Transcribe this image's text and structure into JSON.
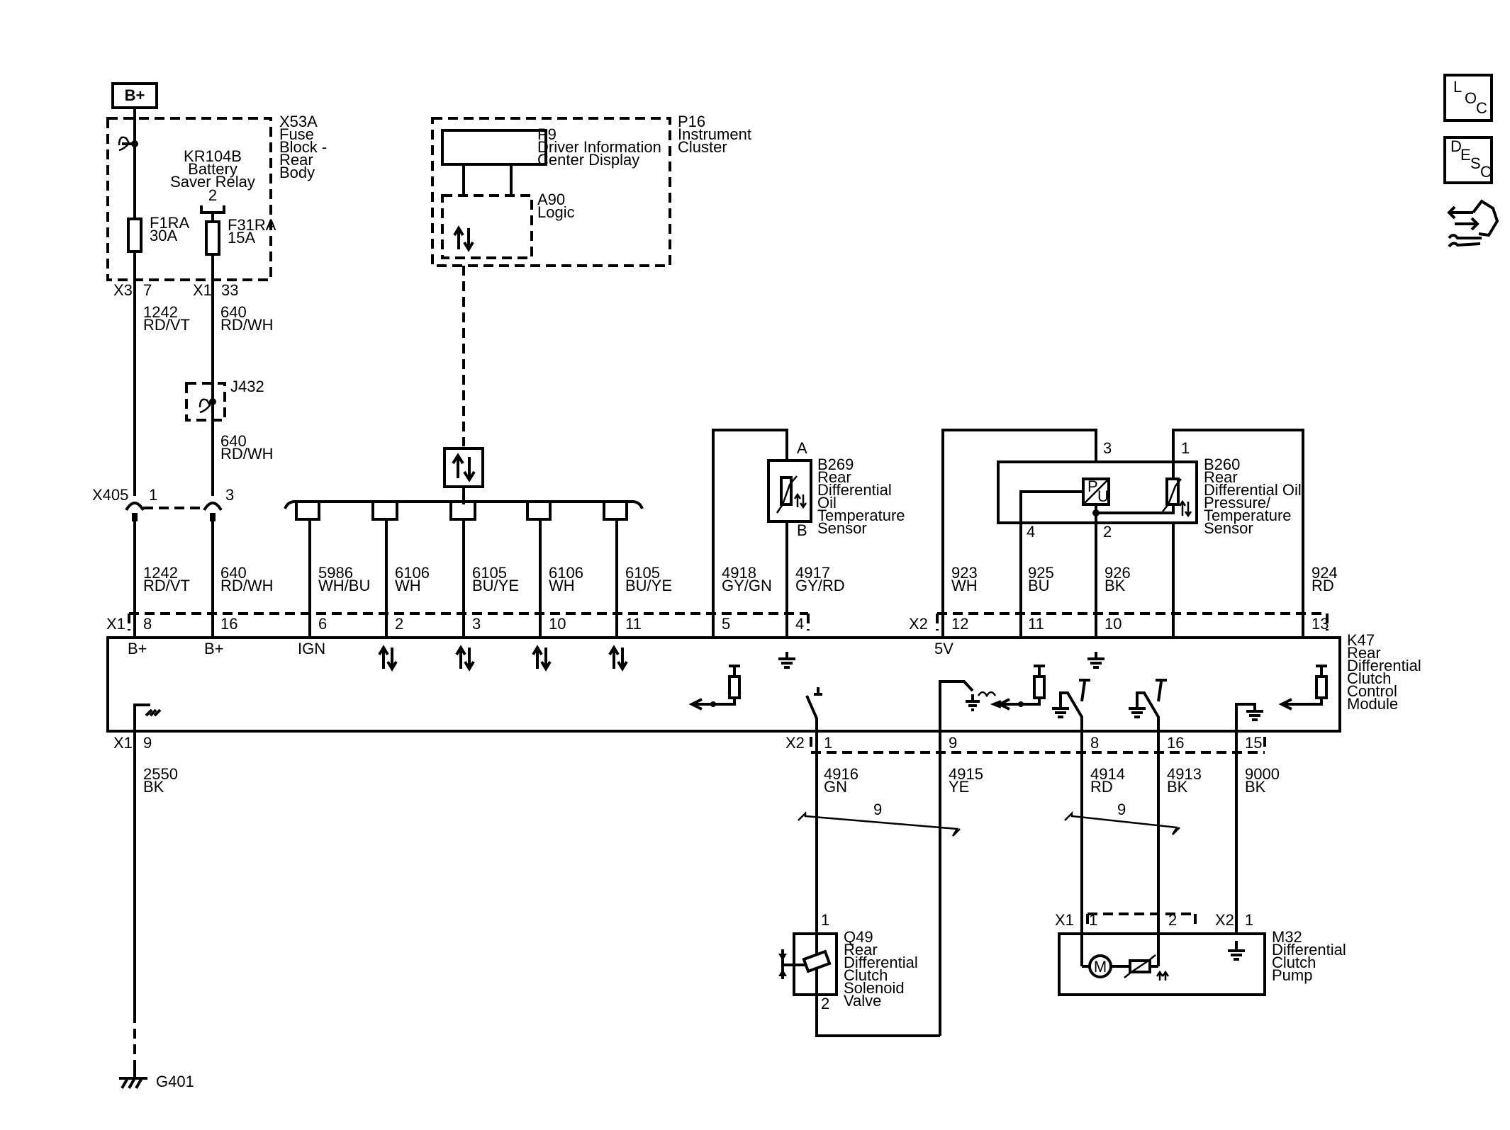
{
  "power": {
    "label": "B+"
  },
  "fuse_block": {
    "id": "X53A",
    "name_l1": "Fuse",
    "name_l2": "Block -",
    "name_l3": "Rear",
    "name_l4": "Body"
  },
  "relay": {
    "id": "KR104B",
    "name_l1": "Battery",
    "name_l2": "Saver Relay",
    "pin": "2"
  },
  "fuses": [
    {
      "id": "F1RA",
      "rating": "30A"
    },
    {
      "id": "F31RA",
      "rating": "15A"
    }
  ],
  "fuse_outputs": [
    {
      "conn": "X3",
      "pin": "7",
      "circuit": "1242",
      "color": "RD/VT"
    },
    {
      "conn": "X1",
      "pin": "33",
      "circuit": "640",
      "color": "RD/WH"
    }
  ],
  "splice": {
    "id": "J432",
    "circuit": "640",
    "color": "RD/WH"
  },
  "inline_connector": {
    "id": "X405",
    "pin_a": "1",
    "pin_b": "3"
  },
  "cluster": {
    "id": "P16",
    "name_l1": "Instrument",
    "name_l2": "Cluster",
    "display_id": "P9",
    "display_l1": "Driver Information",
    "display_l2": "Center Display",
    "logic_id": "A90",
    "logic_name": "Logic"
  },
  "sensor_b269": {
    "id": "B269",
    "name_l1": "Rear",
    "name_l2": "Differential",
    "name_l3": "Oil",
    "name_l4": "Temperature",
    "name_l5": "Sensor",
    "pin_a": "A",
    "pin_b": "B"
  },
  "sensor_b260": {
    "id": "B260",
    "name_l1": "Rear",
    "name_l2": "Differential Oil",
    "name_l3": "Pressure/",
    "name_l4": "Temperature",
    "name_l5": "Sensor",
    "pin_3": "3",
    "pin_1": "1",
    "pin_4": "4",
    "pin_2": "2"
  },
  "top_wires": [
    {
      "circuit": "1242",
      "color": "RD/VT",
      "pin": "8"
    },
    {
      "circuit": "640",
      "color": "RD/WH",
      "pin": "16"
    },
    {
      "circuit": "5986",
      "color": "WH/BU",
      "pin": "6"
    },
    {
      "circuit": "6106",
      "color": "WH",
      "pin": "2"
    },
    {
      "circuit": "6105",
      "color": "BU/YE",
      "pin": "3"
    },
    {
      "circuit": "6106",
      "color": "WH",
      "pin": "10"
    },
    {
      "circuit": "6105",
      "color": "BU/YE",
      "pin": "11"
    },
    {
      "circuit": "4918",
      "color": "GY/GN",
      "pin": "5"
    },
    {
      "circuit": "4917",
      "color": "GY/RD",
      "pin": "4"
    },
    {
      "circuit": "923",
      "color": "WH",
      "pin": "12"
    },
    {
      "circuit": "925",
      "color": "BU",
      "pin": "11"
    },
    {
      "circuit": "926",
      "color": "BK",
      "pin": "10"
    },
    {
      "circuit": "924",
      "color": "RD",
      "pin": "13"
    }
  ],
  "top_connectors": {
    "x1": "X1",
    "x2": "X2"
  },
  "module": {
    "id": "K47",
    "name_l1": "Rear",
    "name_l2": "Differential",
    "name_l3": "Clutch",
    "name_l4": "Control",
    "name_l5": "Module",
    "label_bplus1": "B+",
    "label_bplus2": "B+",
    "label_ign": "IGN",
    "label_5v": "5V"
  },
  "bottom_connectors": {
    "x1": "X1",
    "x2": "X2"
  },
  "bottom_wires": [
    {
      "circuit": "2550",
      "color": "BK",
      "pin": "9"
    },
    {
      "circuit": "4916",
      "color": "GN",
      "pin": "1"
    },
    {
      "circuit": "4915",
      "color": "YE",
      "pin": "9"
    },
    {
      "circuit": "4914",
      "color": "RD",
      "pin": "8"
    },
    {
      "circuit": "4913",
      "color": "BK",
      "pin": "16"
    },
    {
      "circuit": "9000",
      "color": "BK",
      "pin": "15"
    }
  ],
  "twist_labels": [
    "9",
    "9"
  ],
  "solenoid": {
    "id": "Q49",
    "name_l1": "Rear",
    "name_l2": "Differential",
    "name_l3": "Clutch",
    "name_l4": "Solenoid",
    "name_l5": "Valve",
    "pin_1": "1",
    "pin_2": "2"
  },
  "pump": {
    "id": "M32",
    "name_l1": "Differential",
    "name_l2": "Clutch",
    "name_l3": "Pump",
    "conn_x1": "X1",
    "pin_1": "1",
    "pin_2": "2",
    "conn_x2": "X2",
    "pin_x2": "1",
    "motor": "M"
  },
  "ground": {
    "id": "G401"
  },
  "side_buttons": {
    "loc": {
      "l": "L",
      "o": "O",
      "c": "C"
    },
    "desc": {
      "d": "D",
      "e": "E",
      "s": "S",
      "c": "C"
    }
  }
}
